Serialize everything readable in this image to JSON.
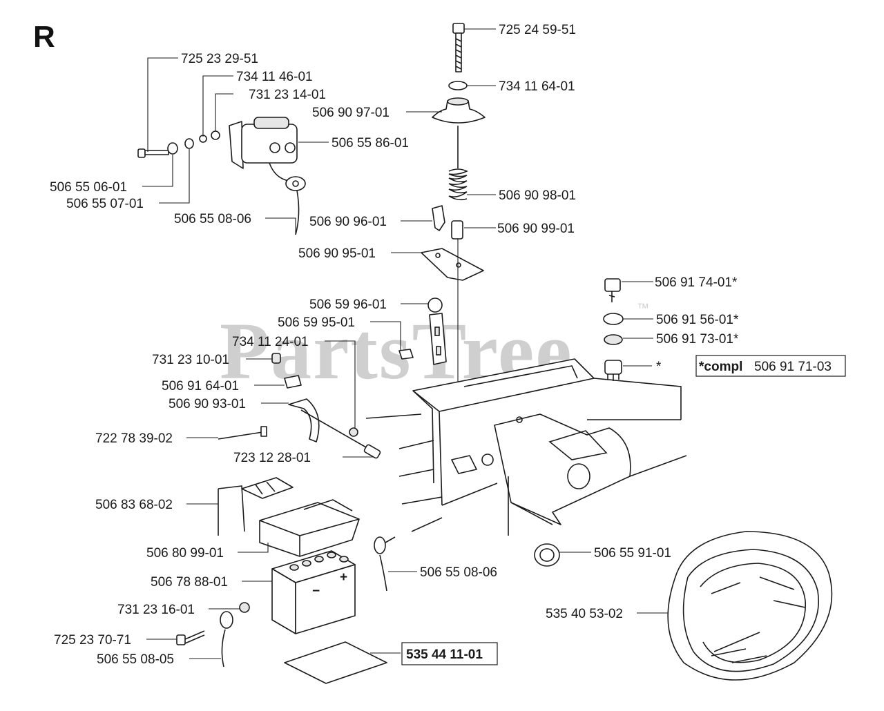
{
  "section_letter": "R",
  "watermark": "PartsTree",
  "watermark_tm": "™",
  "callouts": {
    "c1": "725 24 59-51",
    "c2": "734 11 64-01",
    "c3": "506 90 97-01",
    "c4": "725 23 29-51",
    "c5": "734 11 46-01",
    "c6": "731 23 14-01",
    "c7": "506 55 86-01",
    "c8": "506 55 06-01",
    "c9": "506 55 07-01",
    "c10": "506 55 08-06",
    "c11": "506 90 98-01",
    "c12": "506 90 96-01",
    "c13": "506 90 99-01",
    "c14": "506 90 95-01",
    "c15": "506 91 74-01*",
    "c16": "506 59 96-01",
    "c17": "506 91 56-01*",
    "c18": "506 59 95-01",
    "c19": "506 91 73-01*",
    "c20": "734 11 24-01",
    "c21": "731 23 10-01",
    "c22": "*",
    "c23": "506 91 64-01",
    "c24": "506 90 93-01",
    "c25": "722 78 39-02",
    "c26": "723 12 28-01",
    "c27": "506 83 68-02",
    "c28": "506 80 99-01",
    "c29": "506 55 08-06",
    "c30": "506 55 91-01",
    "c31": "506 78 88-01",
    "c32": "731 23 16-01",
    "c33": "535 40 53-02",
    "c34": "725 23 70-71",
    "c35": "506 55 08-05"
  },
  "compl_box": {
    "prefix": "*compl",
    "number": "506 91 71-03"
  },
  "kit_box": {
    "number": "535 44 11-01"
  },
  "battery_marks": {
    "plus": "+",
    "minus": "−"
  }
}
